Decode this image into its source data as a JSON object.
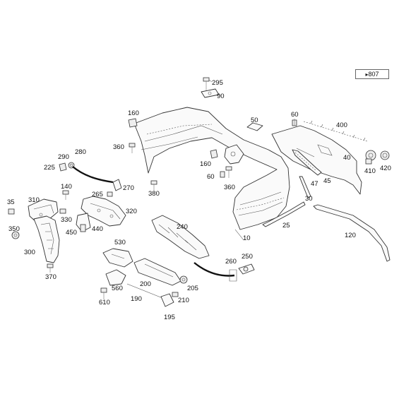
{
  "reference": {
    "arrow": "▸",
    "number": "807"
  },
  "labels": {
    "l295": "295",
    "l90": "90",
    "l160a": "160",
    "l360a": "360",
    "l50": "50",
    "l60a": "60",
    "l400": "400",
    "l40": "40",
    "l410": "410",
    "l420": "420",
    "l290": "290",
    "l280": "280",
    "l225": "225",
    "l160b": "160",
    "l60b": "60",
    "l360b": "360",
    "l380": "380",
    "l45": "45",
    "l47": "47",
    "l30": "30",
    "l140": "140",
    "l265": "265",
    "l270": "270",
    "l35": "35",
    "l310": "310",
    "l320": "320",
    "l330": "330",
    "l450": "450",
    "l440": "440",
    "l350": "350",
    "l240": "240",
    "l25": "25",
    "l10": "10",
    "l120": "120",
    "l300": "300",
    "l530": "530",
    "l250": "250",
    "l260": "260",
    "l370": "370",
    "l200": "200",
    "l205": "205",
    "l560": "560",
    "l190": "190",
    "l210": "210",
    "l610": "610",
    "l195": "195"
  }
}
